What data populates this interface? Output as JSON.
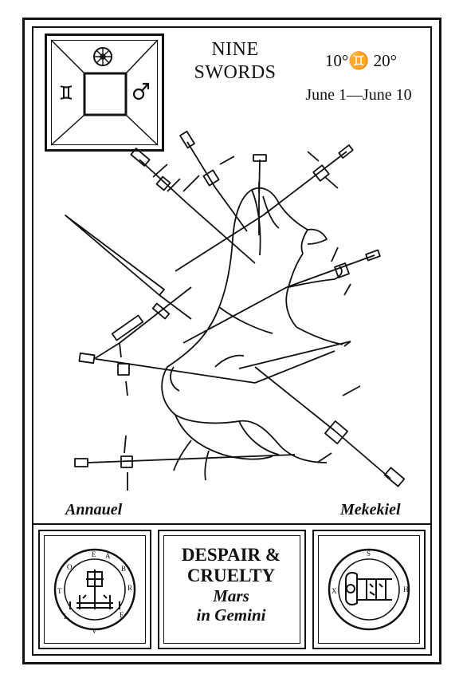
{
  "card": {
    "title_line1": "NINE",
    "title_line2": "SWORDS",
    "degrees": "10°♊ 20°",
    "dates": "June 1—June 10",
    "angel_left": "Annauel",
    "angel_right": "Mekekiel",
    "meaning_line1": "DESPAIR &",
    "meaning_line2": "CRUELTY",
    "planet": "Mars",
    "sign": "in Gemini"
  },
  "icons": {
    "gemini": "gemini-icon",
    "mars": "mars-icon",
    "wheel": "wheel-icon"
  }
}
